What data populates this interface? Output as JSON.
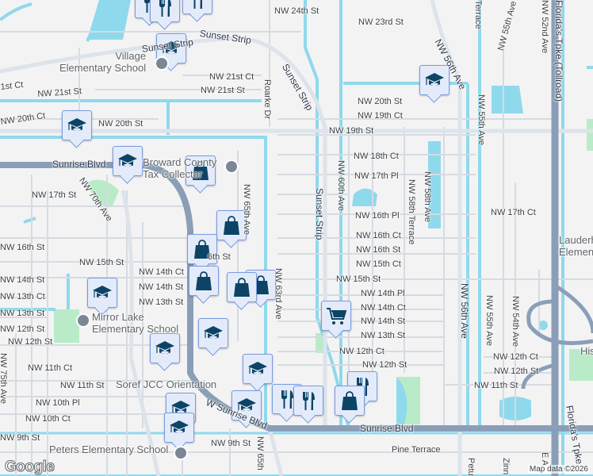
{
  "colors": {
    "water": "#8fd9ec",
    "road": "#ffffff",
    "minor_road": "#d5dbe2",
    "highway": "#8a9fb7",
    "park": "#b9ebc8",
    "marker_bg": "#e3ebfb",
    "marker_icon": "#0d4466"
  },
  "streets": [
    "NW 24th St",
    "NW 23rd St",
    "Sunset Strip",
    "Sunset Strip",
    "Sunset Strip",
    "Sunset Strip",
    "NW 21st Ct",
    "NW 21st St",
    "1st Ct",
    "NW 21st St",
    "NW 20th Ct",
    "NW 20th St",
    "Roarke Dr",
    "NW 20th St",
    "NW 19th Ct",
    "NW 19th St",
    "NW 18th Ct",
    "NW 17th Pl",
    "NW 16th Pl",
    "NW 16th Ct",
    "NW 16th St",
    "NW 15th Ct",
    "NW 15th St",
    "NW 14th Pl",
    "NW 14th Ct",
    "NW 14th St",
    "NW 13th St",
    "NW 12th Ct",
    "NW 12th St",
    "NW 17th St",
    "NW 16th St",
    "NW 15th St",
    "NW 14th Ct",
    "NW 14th St",
    "NW 13th St",
    "NW 14th St",
    "NW 13th Ct",
    "NW 13th St",
    "NW 12th St",
    "NW 11th Ct",
    "NW 11th St",
    "NW 10th Pl",
    "NW 10th Ct",
    "NW 9th St",
    "NW 9th St",
    "NW 70th Ave",
    "NW 75th Ave",
    "NW 65th Ave",
    "NW 63rd Ave",
    "NW 65th",
    "NW 60th Ave",
    "NW 58th Terrace",
    "NW 58th Ave",
    "NW 56th Ave",
    "NW 56th Ave",
    "NW 55th Ave",
    "NW 55th Ave",
    "NW 54th Ave",
    "NW 52nd Ave",
    "NW 55th Ave",
    "Terrace",
    "NW 17th Ct",
    "NW 12th Ct",
    "NW 12th St",
    "NW 11th St",
    "Sunrise Blvd",
    "W Sunrise Blvd",
    "Sunrise Blvd",
    "Pine Terrace",
    "Florida's Tpke (Tollroad)",
    "Florida's Tpke",
    "Petu",
    "Zinn",
    "E A",
    "6th St",
    "NW 12th St"
  ],
  "places": {
    "village": "Village\nElementary School",
    "broward": "Broward County\nTax Collector",
    "mirror": "Mirror Lake\nElementary School",
    "soref": "Soref JCC Orientation",
    "peters": "Peters Elementary School",
    "lauderhill": "Lauderhill\nElementary",
    "his": "His"
  },
  "markers": [
    {
      "type": "restaurant",
      "icon": "fork-knife-icon"
    },
    {
      "type": "restaurant",
      "icon": "fork-knife-icon"
    },
    {
      "type": "restaurant",
      "icon": "fork-knife-icon"
    },
    {
      "type": "school",
      "icon": "graduation-cap-icon"
    },
    {
      "type": "school",
      "icon": "graduation-cap-icon"
    },
    {
      "type": "school",
      "icon": "graduation-cap-icon"
    },
    {
      "type": "school",
      "icon": "graduation-cap-icon"
    },
    {
      "type": "shopping",
      "icon": "shopping-bag-icon"
    },
    {
      "type": "shopping",
      "icon": "shopping-bag-icon"
    },
    {
      "type": "shopping",
      "icon": "shopping-bag-icon"
    },
    {
      "type": "shopping",
      "icon": "shopping-bag-icon"
    },
    {
      "type": "shopping",
      "icon": "shopping-bag-icon"
    },
    {
      "type": "shopping",
      "icon": "shopping-bag-icon"
    },
    {
      "type": "school",
      "icon": "graduation-cap-icon"
    },
    {
      "type": "school",
      "icon": "graduation-cap-icon"
    },
    {
      "type": "school",
      "icon": "graduation-cap-icon"
    },
    {
      "type": "school",
      "icon": "graduation-cap-icon"
    },
    {
      "type": "school",
      "icon": "graduation-cap-icon"
    },
    {
      "type": "school",
      "icon": "graduation-cap-icon"
    },
    {
      "type": "school",
      "icon": "graduation-cap-icon"
    },
    {
      "type": "grocery",
      "icon": "shopping-cart-icon"
    },
    {
      "type": "restaurant",
      "icon": "fork-knife-icon"
    },
    {
      "type": "restaurant",
      "icon": "fork-knife-icon"
    },
    {
      "type": "restaurant",
      "icon": "fork-knife-icon"
    },
    {
      "type": "shopping",
      "icon": "shopping-bag-icon"
    }
  ],
  "footer": {
    "logo": "Google",
    "attribution": "Map data ©2026"
  }
}
